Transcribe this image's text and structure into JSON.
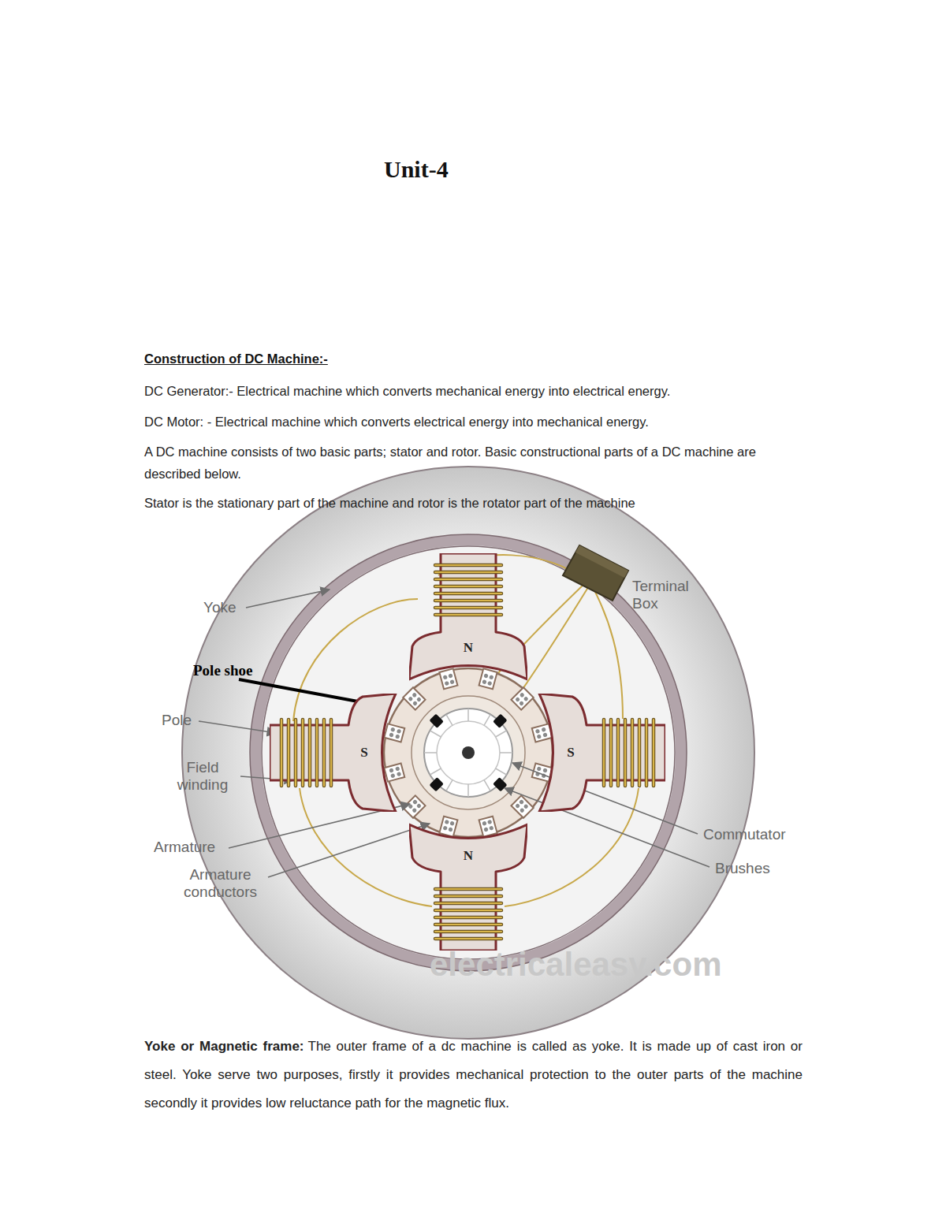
{
  "diagram": {
    "title": "Unit-4",
    "nodes": [
      {
        "text": [
          "N"
        ]
      },
      {
        "text": [
          "S"
        ]
      },
      {
        "text": [
          "S"
        ]
      },
      {
        "text": [
          "N"
        ]
      }
    ],
    "labels": [
      "Construction of DC Machine:-",
      "DC Generator:- Electrical machine which converts mechanical energy into electrical energy.",
      "DC Motor: - Electrical machine which converts electrical energy into mechanical energy.",
      "A DC machine consists of two basic parts; stator and rotor. Basic constructional parts of a DC machine are described below.",
      "Stator is the stationary part of the machine and rotor is the rotator part of the machine",
      "Yoke",
      "Terminal Box",
      "Pole shoe",
      "Pole",
      "Field winding",
      "Armature",
      "Armature conductors",
      "Commutator",
      "Brushes",
      "electricaleasy.com",
      "Yoke or Magnetic frame:",
      "The outer frame of a dc machine is called as yoke. It is made up of cast iron or steel. Yoke serve two purposes, firstly it provides mechanical protection to the outer parts of the machine secondly it provides low reluctance path for the magnetic flux."
    ]
  }
}
